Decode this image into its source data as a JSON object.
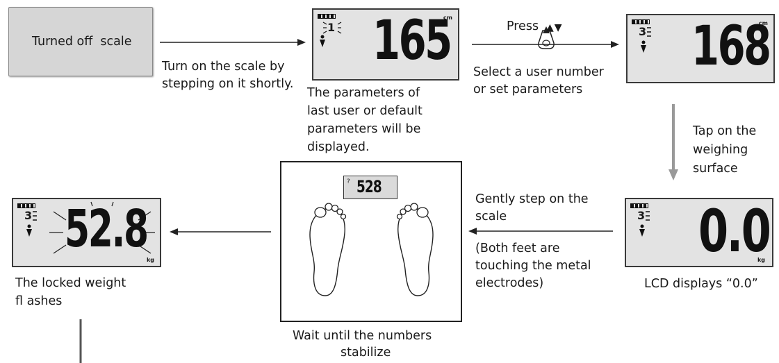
{
  "step1": {
    "label": "Turned off  scale",
    "caption": [
      "Turn on the scale by",
      "stepping on it shortly."
    ]
  },
  "step2": {
    "display": "165",
    "unit": "cm",
    "user": "1",
    "caption": [
      "The parameters of",
      "last user or default",
      "parameters will be",
      "displayed."
    ]
  },
  "step3": {
    "press_label": "Press",
    "arrows": "▲▼",
    "caption": [
      "Select a user number",
      "or set parameters"
    ]
  },
  "step4": {
    "display": "168",
    "unit": "cm",
    "user": "3"
  },
  "step5": {
    "caption": [
      "Tap on the",
      "weighing",
      "surface"
    ]
  },
  "step6": {
    "display": "0.0",
    "unit": "kg",
    "user": "3",
    "caption": [
      "LCD displays “0.0”"
    ]
  },
  "step7": {
    "caption": [
      "Gently step on the",
      "scale",
      "(Both feet are",
      "touching the metal",
      "electrodes)"
    ]
  },
  "step8": {
    "display": "528",
    "caption": [
      "Wait until the numbers",
      "stabilize"
    ]
  },
  "step9": {
    "display": "52.8",
    "unit": "kg",
    "user": "3",
    "caption": [
      "The locked weight",
      "fl ashes"
    ]
  }
}
